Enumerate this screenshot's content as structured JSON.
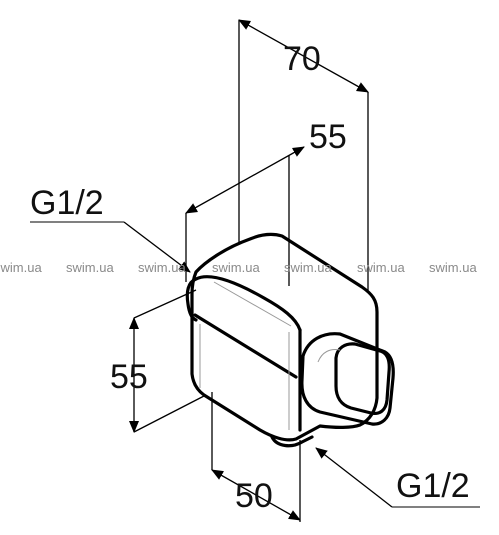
{
  "dimensions": {
    "overall_depth": "70",
    "body_depth": "55",
    "height": "55",
    "width": "50"
  },
  "threads": {
    "inlet": "G1/2",
    "outlet": "G1/2"
  },
  "watermarks": [
    "swim.ua",
    "swim.ua",
    "swim.ua",
    "swim.ua",
    "swim.ua",
    "swim.ua",
    "swim.ua"
  ]
}
